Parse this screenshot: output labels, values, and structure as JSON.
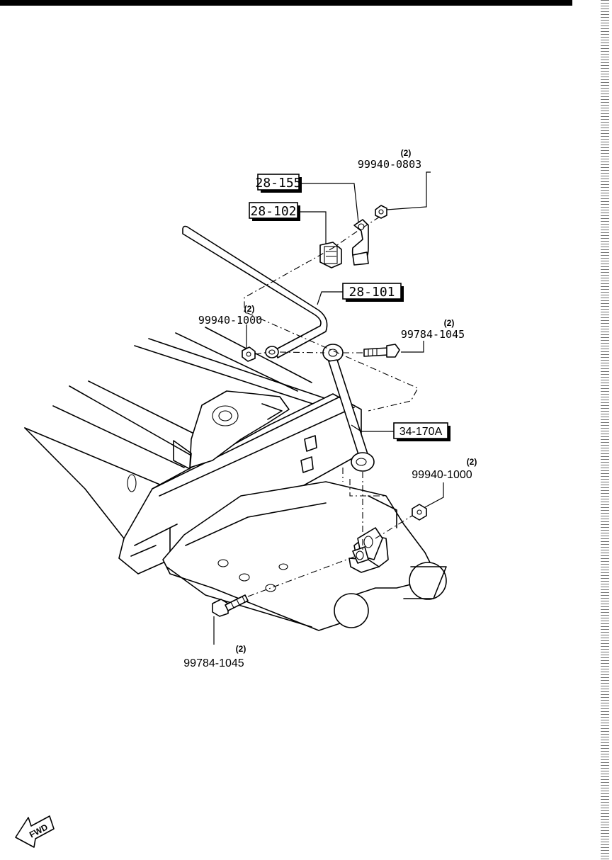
{
  "parts": {
    "ref_28_155": "28-155",
    "ref_28_102": "28-102",
    "ref_28_101": "28-101",
    "ref_34_170a": "34-170A",
    "nut_top": {
      "part_no": "99940-0803",
      "qty": "(2)"
    },
    "nut_left": {
      "part_no": "99940-1000",
      "qty": "(2)"
    },
    "bolt_upper": {
      "part_no": "99784-1045",
      "qty": "(2)"
    },
    "nut_right": {
      "part_no": "99940-1000",
      "qty": "(2)"
    },
    "bolt_lower": {
      "part_no": "99784-1045",
      "qty": "(2)"
    }
  },
  "direction_arrow": {
    "label": "FWD",
    "icon": "fwd-arrow-icon"
  }
}
